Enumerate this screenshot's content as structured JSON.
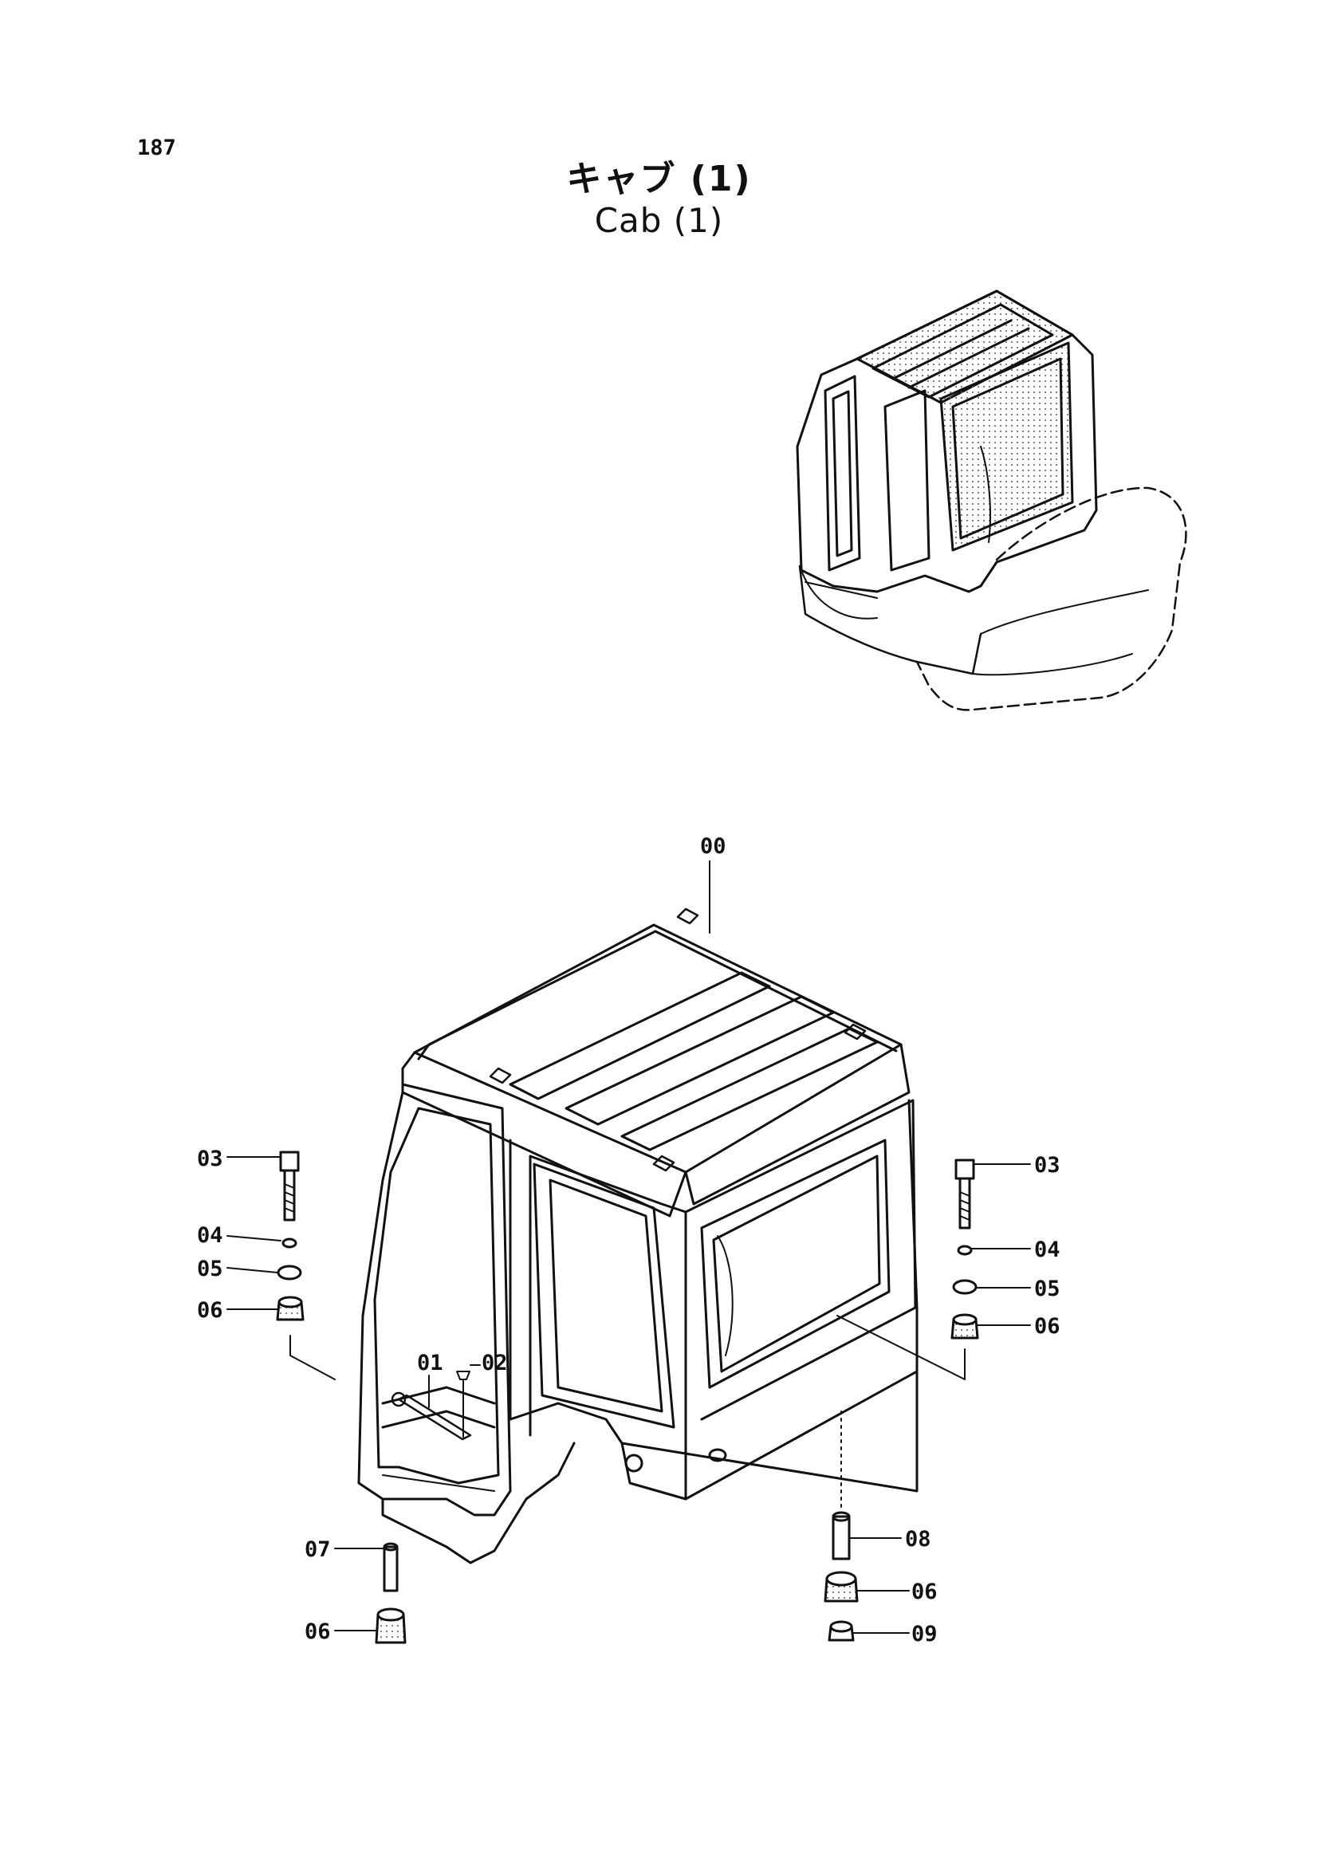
{
  "page_number": "187",
  "title_jp": "キャブ (1)",
  "title_en": "Cab (1)",
  "callouts": [
    {
      "id": "c00",
      "label": "00"
    },
    {
      "id": "c01",
      "label": "01"
    },
    {
      "id": "c02",
      "label": "02"
    },
    {
      "id": "c03l",
      "label": "03"
    },
    {
      "id": "c04l",
      "label": "04"
    },
    {
      "id": "c05l",
      "label": "05"
    },
    {
      "id": "c06l",
      "label": "06"
    },
    {
      "id": "c03r",
      "label": "03"
    },
    {
      "id": "c04r",
      "label": "04"
    },
    {
      "id": "c05r",
      "label": "05"
    },
    {
      "id": "c06r",
      "label": "06"
    },
    {
      "id": "c07",
      "label": "07"
    },
    {
      "id": "c06b",
      "label": "06"
    },
    {
      "id": "c08",
      "label": "08"
    },
    {
      "id": "c06c",
      "label": "06"
    },
    {
      "id": "c09",
      "label": "09"
    }
  ]
}
